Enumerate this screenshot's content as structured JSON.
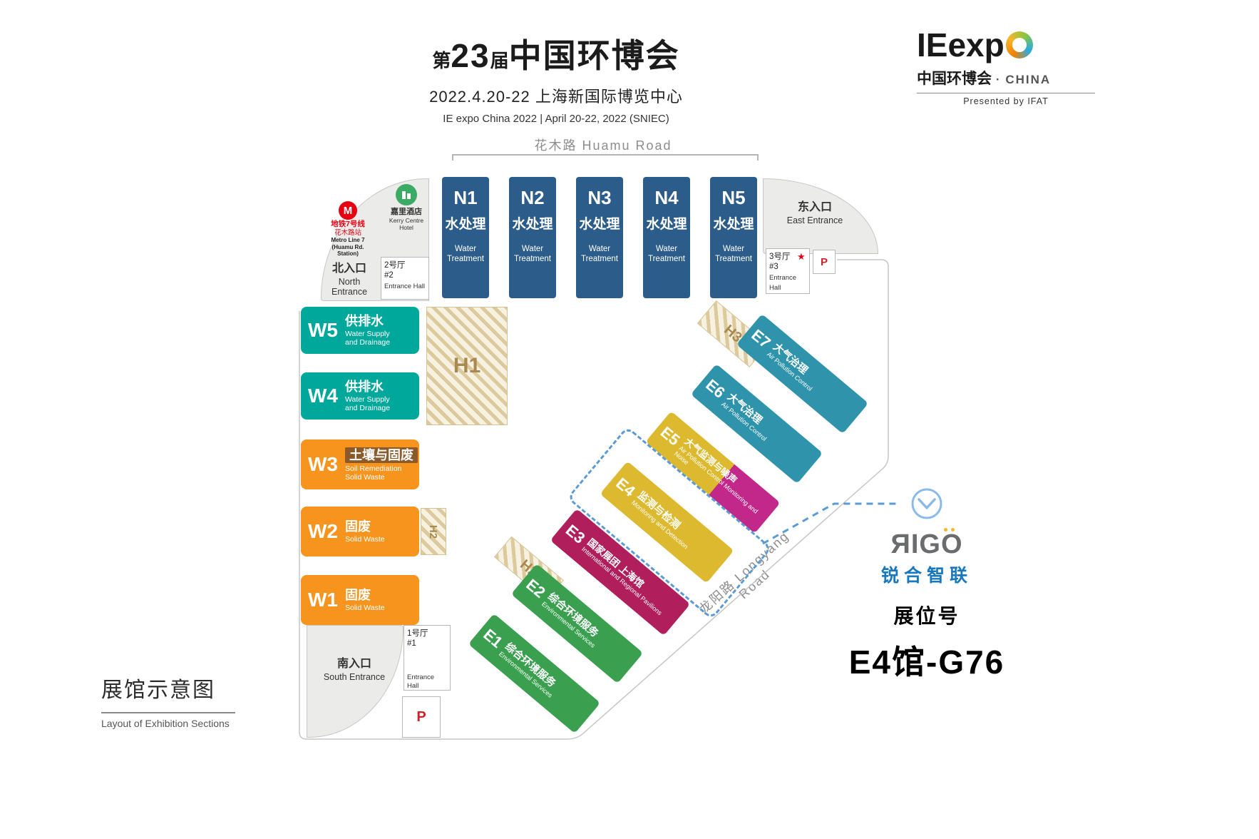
{
  "colors": {
    "n_hall": "#2b5c8a",
    "w_teal": "#00a89b",
    "w_orange": "#f7941e",
    "w3_brown": "#8a5a2b",
    "e_green": "#3aa04f",
    "e3_magenta": "#b01e5c",
    "e4_yellow": "#dcb92e",
    "e5_magenta": "#c2278a",
    "e67_tealblue": "#2f93ab",
    "highlight_blue": "#5b9bd5",
    "accent_red": "#cc2229",
    "rigo_blue": "#1878be"
  },
  "header": {
    "title_prefix": "第",
    "title_num": "23",
    "title_jie": "届",
    "title_main": "中国环博会",
    "date_line": "2022.4.20-22 上海新国际博览中心",
    "en_line": "IE expo China 2022  |  April 20-22, 2022 (SNIEC)"
  },
  "brand": {
    "name": "IEexp",
    "cn": "中国环博会",
    "sep": "·",
    "region": "CHINA",
    "presented": "Presented by IFAT"
  },
  "roads": {
    "huamu": "花木路 Huamu Road",
    "longyang": "龙阳路  Longyang Road"
  },
  "entrances": {
    "north_cn": "北入口",
    "north_en": "North Entrance",
    "east_cn": "东入口",
    "east_en": "East Entrance",
    "south_cn": "南入口",
    "south_en": "South Entrance"
  },
  "landmarks": {
    "metro_line": "地铁7号线",
    "metro_station": "花木路站",
    "metro_en": "Metro Line 7",
    "metro_en2": "(Huamu Rd. Station)",
    "hotel_cn": "嘉里酒店",
    "hotel_en": "Kerry Centre Hotel"
  },
  "entrance_halls": {
    "no2_cn": "2号厅",
    "no2_num": "#2",
    "no2_en": "Entrance Hall",
    "no3_cn": "3号厅",
    "no3_num": "#3",
    "no3_en": "Entrance Hall",
    "no1_cn": "1号厅",
    "no1_num": "#1",
    "no1_en": "Entrance Hall"
  },
  "parking": "P",
  "n_halls": [
    {
      "id": "N1",
      "cn": "水处理",
      "en1": "Water",
      "en2": "Treatment"
    },
    {
      "id": "N2",
      "cn": "水处理",
      "en1": "Water",
      "en2": "Treatment"
    },
    {
      "id": "N3",
      "cn": "水处理",
      "en1": "Water",
      "en2": "Treatment"
    },
    {
      "id": "N4",
      "cn": "水处理",
      "en1": "Water",
      "en2": "Treatment"
    },
    {
      "id": "N5",
      "cn": "水处理",
      "en1": "Water",
      "en2": "Treatment"
    }
  ],
  "w_halls": [
    {
      "id": "W5",
      "cn": "供排水",
      "en1": "Water Supply",
      "en2": "and Drainage"
    },
    {
      "id": "W4",
      "cn": "供排水",
      "en1": "Water Supply",
      "en2": "and Drainage"
    },
    {
      "id": "W3",
      "cn": "土壤与固废",
      "en1": "Soil Remediation",
      "en2": "Solid Waste"
    },
    {
      "id": "W2",
      "cn": "固废",
      "en1": "Solid Waste",
      "en2": ""
    },
    {
      "id": "W1",
      "cn": "固废",
      "en1": "Solid Waste",
      "en2": ""
    }
  ],
  "e_halls": [
    {
      "id": "E1",
      "cn": "综合环境服务",
      "en": "Environmental Services"
    },
    {
      "id": "E2",
      "cn": "综合环境服务",
      "en": "Environmental Services"
    },
    {
      "id": "E3",
      "cn": "国家展团 上海馆",
      "en": "International and Regional Pavilions"
    },
    {
      "id": "E4",
      "cn": "监测与检测",
      "en": "Monitoring and Detection"
    },
    {
      "id": "E5",
      "cn": "大气监测与噪声",
      "en": "Air Pollution Control Monitoring and Noise"
    },
    {
      "id": "E6",
      "cn": "大气治理",
      "en": "Air Pollution Control"
    },
    {
      "id": "E7",
      "cn": "大气治理",
      "en": "Air Pollution Control"
    }
  ],
  "h_zones": {
    "h1": "H1",
    "h2": "H2",
    "h3": "H3"
  },
  "rigo": {
    "logo_r": "ЯIG",
    "logo_o": "O",
    "cn": "锐合智联"
  },
  "booth": {
    "label": "展位号",
    "number": "E4馆-G76"
  },
  "footer": {
    "cn": "展馆示意图",
    "en": "Layout of Exhibition Sections"
  }
}
